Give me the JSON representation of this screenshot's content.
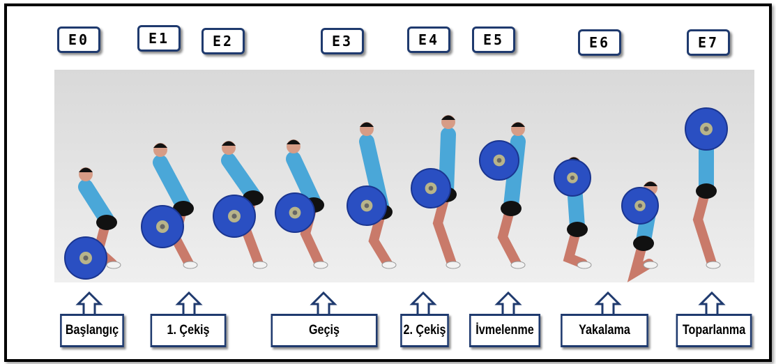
{
  "stages": [
    "E0",
    "E1",
    "E2",
    "E3",
    "E4",
    "E5",
    "E6",
    "E7"
  ],
  "phases": [
    "Başlangıç",
    "1. Çekiş",
    "Geçiş",
    "2. Çekiş",
    "İvmelenme",
    "Yakalama",
    "Toparlanma"
  ],
  "colors": {
    "box_border": "#1f3a6e",
    "barbell_plate": "#2a4fc2",
    "plate_hub": "#b8b48a",
    "shirt": "#4aa7d8",
    "shorts": "#111111",
    "background": "#e6e6e6"
  }
}
